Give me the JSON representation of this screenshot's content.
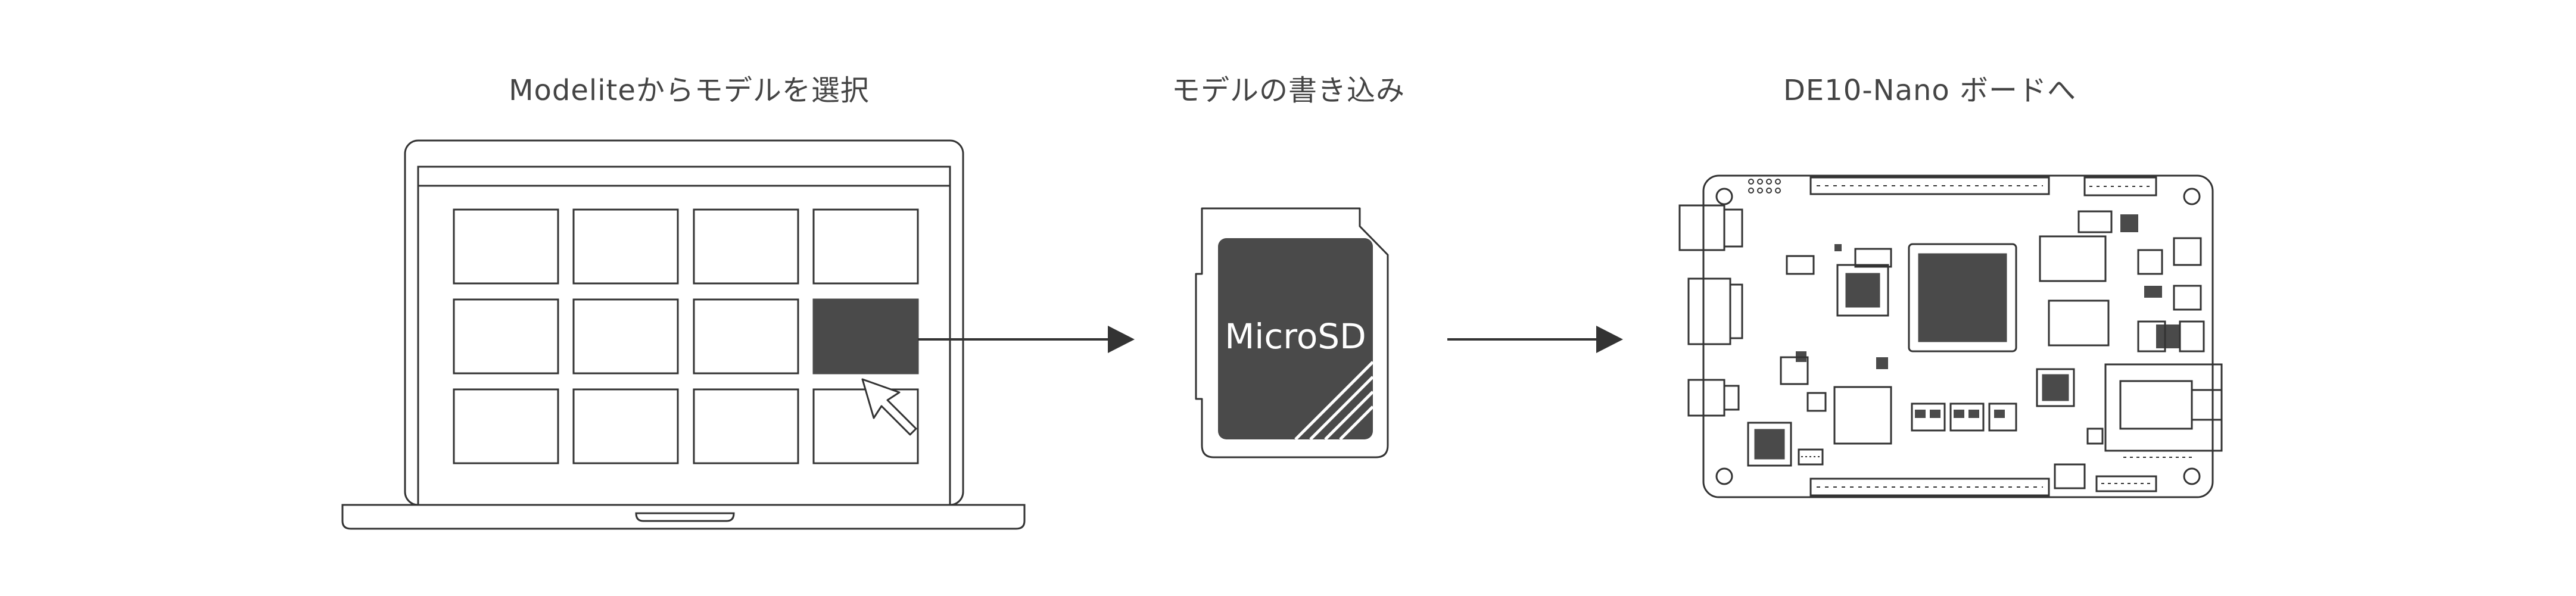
{
  "steps": [
    {
      "title": "Modeliteからモデルを選択"
    },
    {
      "title": "モデルの書き込み"
    },
    {
      "title": "DE10-Nano ボードへ"
    }
  ],
  "sd_card": {
    "label": "MicroSD"
  },
  "colors": {
    "stroke": "#333333",
    "selected_tile": "#4a4a4a",
    "card_fill": "#4a4a4a",
    "text": "#444444"
  }
}
